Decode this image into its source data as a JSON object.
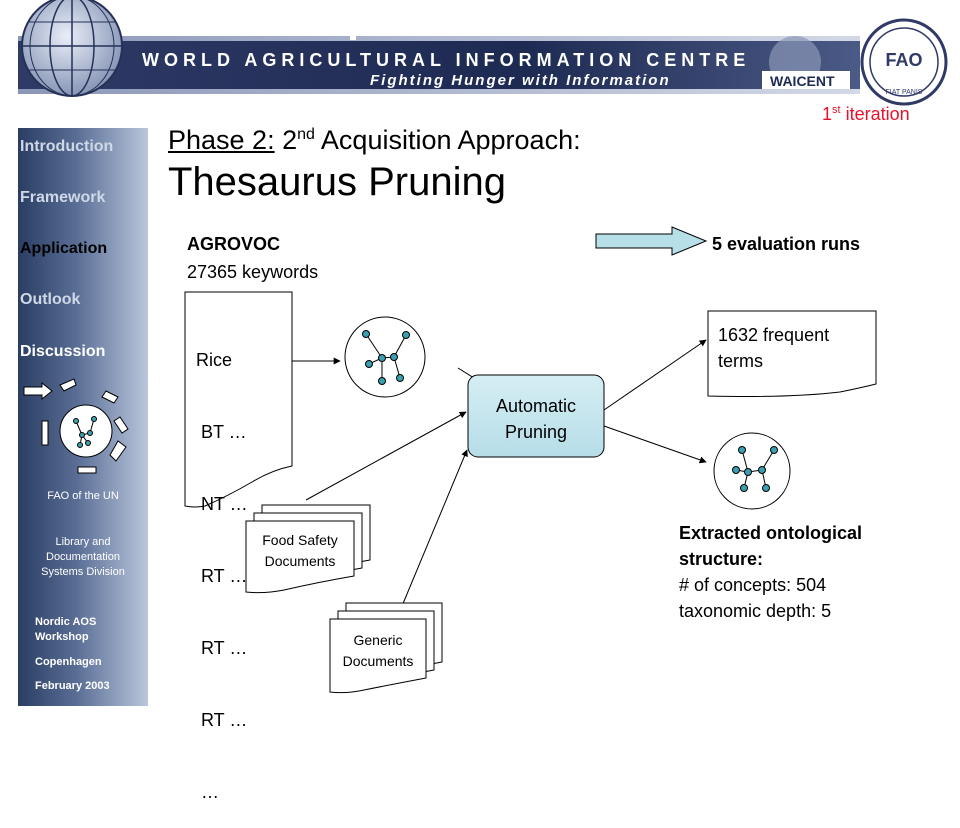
{
  "banner": {
    "title": "World Agricultural Information Centre",
    "subtitle": "Fighting Hunger with Information",
    "waicent_label": "WAICENT",
    "fao_label": "FAO",
    "fiat_panis": "FIAT PANIS"
  },
  "iteration": {
    "ordinal": "1",
    "suffix": "st",
    "text": " iteration"
  },
  "sidebar": {
    "items": [
      {
        "label": "Introduction"
      },
      {
        "label": "Framework"
      },
      {
        "label": "Application"
      },
      {
        "label": "Outlook"
      },
      {
        "label": "Discussion"
      }
    ],
    "org": "FAO of the UN",
    "division": [
      "Library and",
      "Documentation",
      "Systems Division"
    ],
    "event": [
      "Nordic AOS",
      "Workshop"
    ],
    "city": "Copenhagen",
    "date": "February 2003"
  },
  "heading": {
    "phase": "Phase 2:",
    "rest_pre": " 2",
    "rest_sup": "nd",
    "rest_post": " Acquisition Approach:",
    "title": "Thesaurus Pruning"
  },
  "diagram": {
    "agrovoc_name": "AGROVOC",
    "agrovoc_count": "27365 keywords",
    "runs_label": "5 evaluation runs",
    "thesaurus_entry": [
      "Rice",
      " BT …",
      " NT …",
      " RT …",
      " RT …",
      " RT …",
      " …"
    ],
    "process_label": [
      "Automatic",
      "Pruning"
    ],
    "food_docs": [
      "Food Safety",
      "Documents"
    ],
    "generic_docs": [
      "Generic",
      "Documents"
    ],
    "frequent_terms": [
      "1632 frequent",
      "terms"
    ],
    "extracted_title": [
      "Extracted ontological",
      "structure:"
    ],
    "concepts": "# of concepts: 504",
    "depth": "taxonomic depth: 5"
  },
  "colors": {
    "sidebar_dark": "#2a3d63",
    "banner_text": "#ffffff",
    "process_box": "#c6e6ef",
    "arrow_fill": "#b7dfe8",
    "iteration_red": "#e8102a"
  }
}
